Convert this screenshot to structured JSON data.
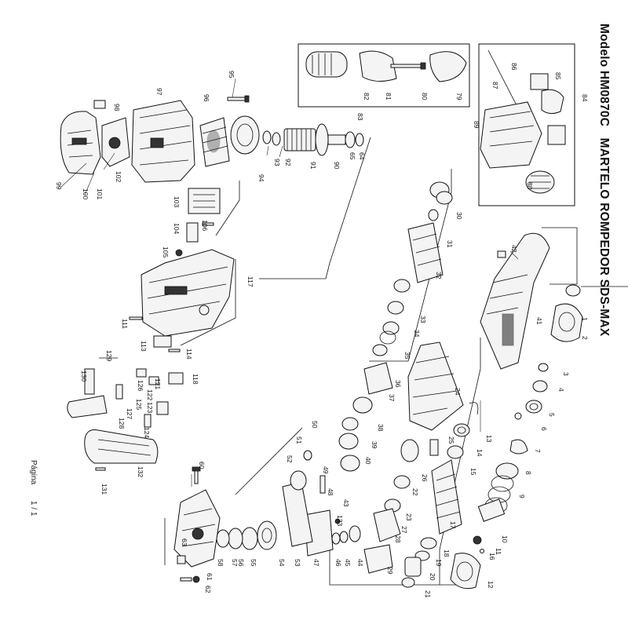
{
  "document": {
    "model_label": "Modelo HM0870C",
    "title": "MARTELO ROMPEDOR SDS-MAX",
    "page_label": "Página",
    "page_number": "1 / 1"
  },
  "callouts": {
    "c1": "1",
    "c2": "2",
    "c3": "3",
    "c4": "4",
    "c5": "5",
    "c6": "6",
    "c7": "7",
    "c8": "8",
    "c9": "9",
    "c10": "10",
    "c11": "11",
    "c12": "12",
    "c13": "13",
    "c14": "14",
    "c15": "15",
    "c16": "16",
    "c17": "17",
    "c18": "18",
    "c19": "19",
    "c20": "20",
    "c21": "21",
    "c22": "22",
    "c23": "23",
    "c24": "24",
    "c25": "25",
    "c26": "26",
    "c27": "27",
    "c28": "28",
    "c29": "29",
    "c30": "30",
    "c31": "31",
    "c32": "32",
    "c33": "33",
    "c34": "34",
    "c35": "35",
    "c36": "36",
    "c37": "37",
    "c38": "38",
    "c39": "39",
    "c40": "40",
    "c41": "41",
    "c42": "42",
    "c43": "43",
    "c44": "44",
    "c45": "45",
    "c46": "46",
    "c47": "47",
    "c48": "48",
    "c49": "49",
    "c50": "50",
    "c51": "51",
    "c52": "52",
    "c53": "53",
    "c54": "54",
    "c55": "55",
    "c56": "56",
    "c57": "57",
    "c58": "58",
    "c60": "60",
    "c61": "61",
    "c62": "62",
    "c63": "63",
    "c64": "64",
    "c65": "65",
    "c79": "79",
    "c80": "80",
    "c81": "81",
    "c82": "82",
    "c83": "83",
    "c84": "84",
    "c85": "85",
    "c86": "86",
    "c87": "87",
    "c88": "88",
    "c89": "89",
    "c90": "90",
    "c91": "91",
    "c92": "92",
    "c93": "93",
    "c94": "94",
    "c95": "95",
    "c96": "96",
    "c97": "97",
    "c98": "98",
    "c99": "99",
    "c100": "100",
    "c101": "101",
    "c102": "102",
    "c103": "103",
    "c104": "104",
    "c105": "105",
    "c106": "106",
    "c111": "111",
    "c113": "113",
    "c114": "114",
    "c117": "117",
    "c118": "118",
    "c121": "121",
    "c122": "122",
    "c123": "123",
    "c124": "124",
    "c125": "125",
    "c126": "126",
    "c127": "127",
    "c128": "128",
    "c129": "129",
    "c130": "130",
    "c131": "131",
    "c132": "132",
    "c133": "133"
  }
}
